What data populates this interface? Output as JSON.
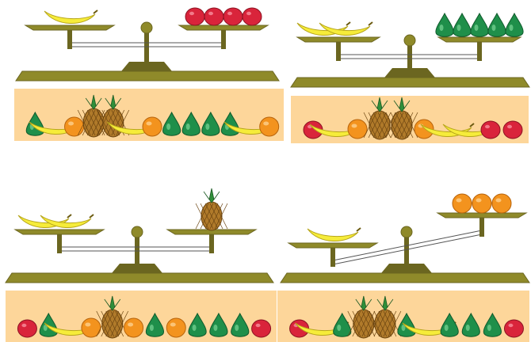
{
  "colors": {
    "scale": "#8f8a2a",
    "scale_dark": "#6b6620",
    "tray": "#fdd69a",
    "banana": "#f6ec3a",
    "apple": "#d9243b",
    "pear": "#1f8f4a",
    "orange": "#f3931e",
    "pineapple": "#b07a2a",
    "leaf": "#2f8f3a"
  },
  "scenes": [
    {
      "id": "top-left",
      "balance": "level",
      "left_pan": [
        "banana"
      ],
      "right_pan": [
        "apple",
        "apple",
        "apple",
        "apple"
      ],
      "tray": [
        "pear",
        "banana",
        "orange",
        "pineapple",
        "pineapple",
        "banana",
        "orange",
        "pear",
        "pear",
        "pear",
        "pear",
        "banana",
        "orange"
      ]
    },
    {
      "id": "top-right",
      "balance": "level",
      "left_pan": [
        "banana",
        "banana"
      ],
      "right_pan": [
        "pear",
        "pear",
        "pear",
        "pear",
        "pear"
      ],
      "tray": [
        "apple",
        "banana",
        "orange",
        "pineapple",
        "pineapple",
        "orange",
        "banana",
        "banana",
        "apple",
        "apple"
      ]
    },
    {
      "id": "bottom-left",
      "balance": "level",
      "left_pan": [
        "banana",
        "banana"
      ],
      "right_pan": [
        "pineapple"
      ],
      "tray": [
        "apple",
        "pear",
        "banana",
        "orange",
        "pineapple",
        "orange",
        "pear",
        "orange",
        "pear",
        "pear",
        "pear",
        "apple"
      ]
    },
    {
      "id": "bottom-right",
      "balance": "tilted",
      "left_pan": [
        "banana"
      ],
      "right_pan": [
        "orange",
        "orange",
        "orange"
      ],
      "tray": [
        "apple",
        "banana",
        "pear",
        "pineapple",
        "pineapple",
        "pear",
        "banana",
        "pear",
        "pear",
        "pear",
        "apple"
      ]
    }
  ]
}
